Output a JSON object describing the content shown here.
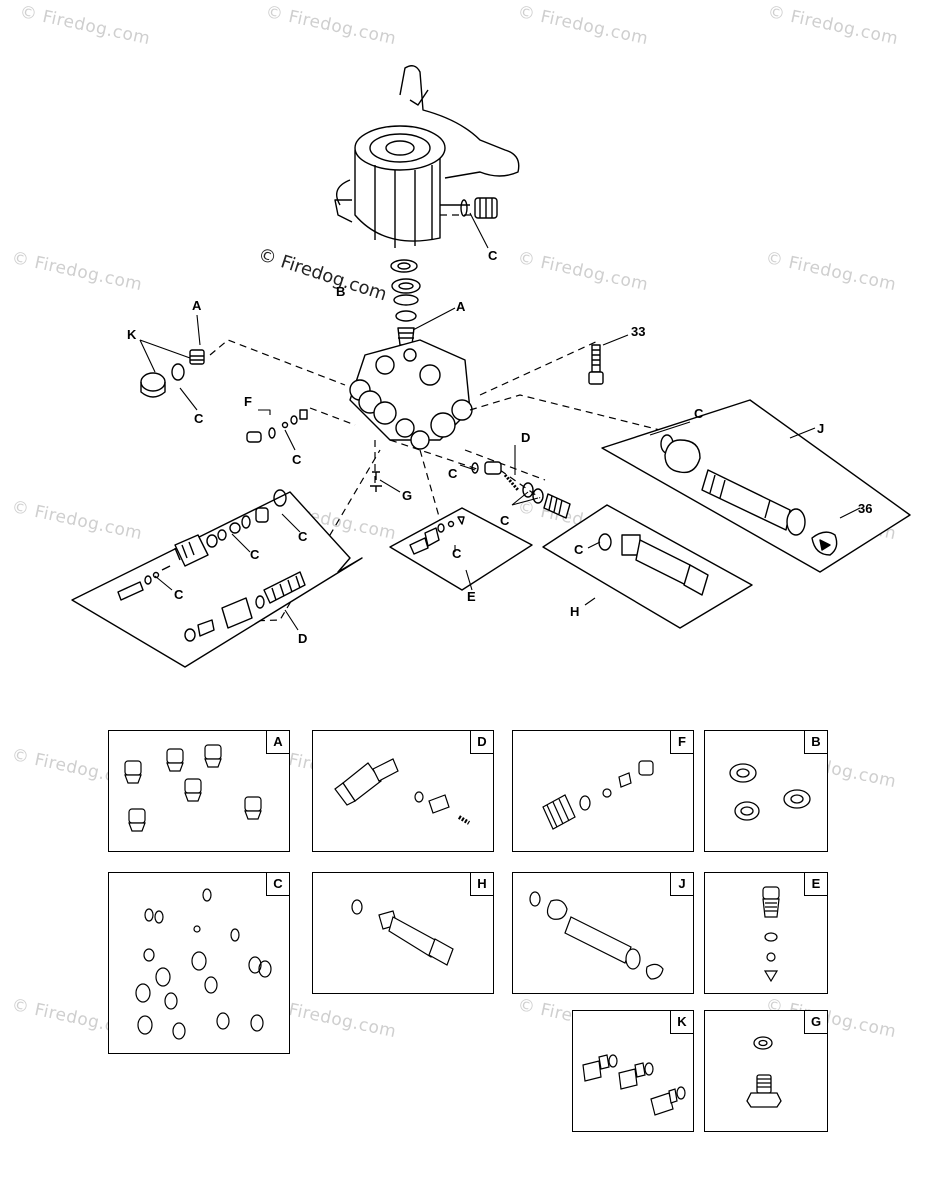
{
  "watermark": "© Firedog.com",
  "callouts": {
    "a_top": "A",
    "a_mid": "A",
    "k": "K",
    "c_left": "C",
    "b": "B",
    "c_top": "C",
    "n33": "33",
    "f": "F",
    "c_f": "C",
    "d_mid": "D",
    "c_d1": "C",
    "g": "G",
    "c_j": "C",
    "j": "J",
    "n36": "36",
    "c_d2": "C",
    "c_e": "C",
    "e": "E",
    "c_h": "C",
    "h": "H",
    "c_kit1": "C",
    "c_kit2": "C",
    "c_kit3": "C",
    "d_kit": "D"
  },
  "kits": [
    {
      "id": "A"
    },
    {
      "id": "D"
    },
    {
      "id": "F"
    },
    {
      "id": "B"
    },
    {
      "id": "C"
    },
    {
      "id": "H"
    },
    {
      "id": "J"
    },
    {
      "id": "E"
    },
    {
      "id": "K"
    },
    {
      "id": "G"
    }
  ]
}
